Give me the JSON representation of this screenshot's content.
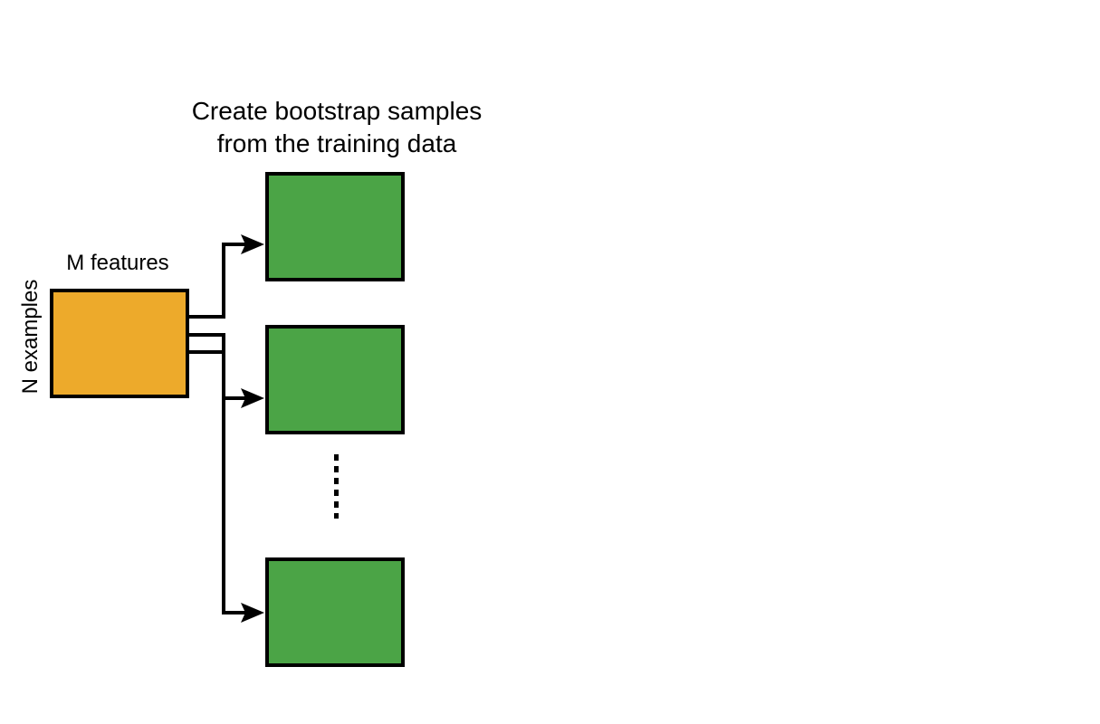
{
  "title": {
    "line1": "Create bootstrap samples",
    "line2": "from the training data"
  },
  "source": {
    "features_label": "M features",
    "examples_label": "N examples",
    "fill_color": "#EDAA2B"
  },
  "samples": {
    "fill_color": "#4BA446"
  },
  "stroke_color": "#000000"
}
